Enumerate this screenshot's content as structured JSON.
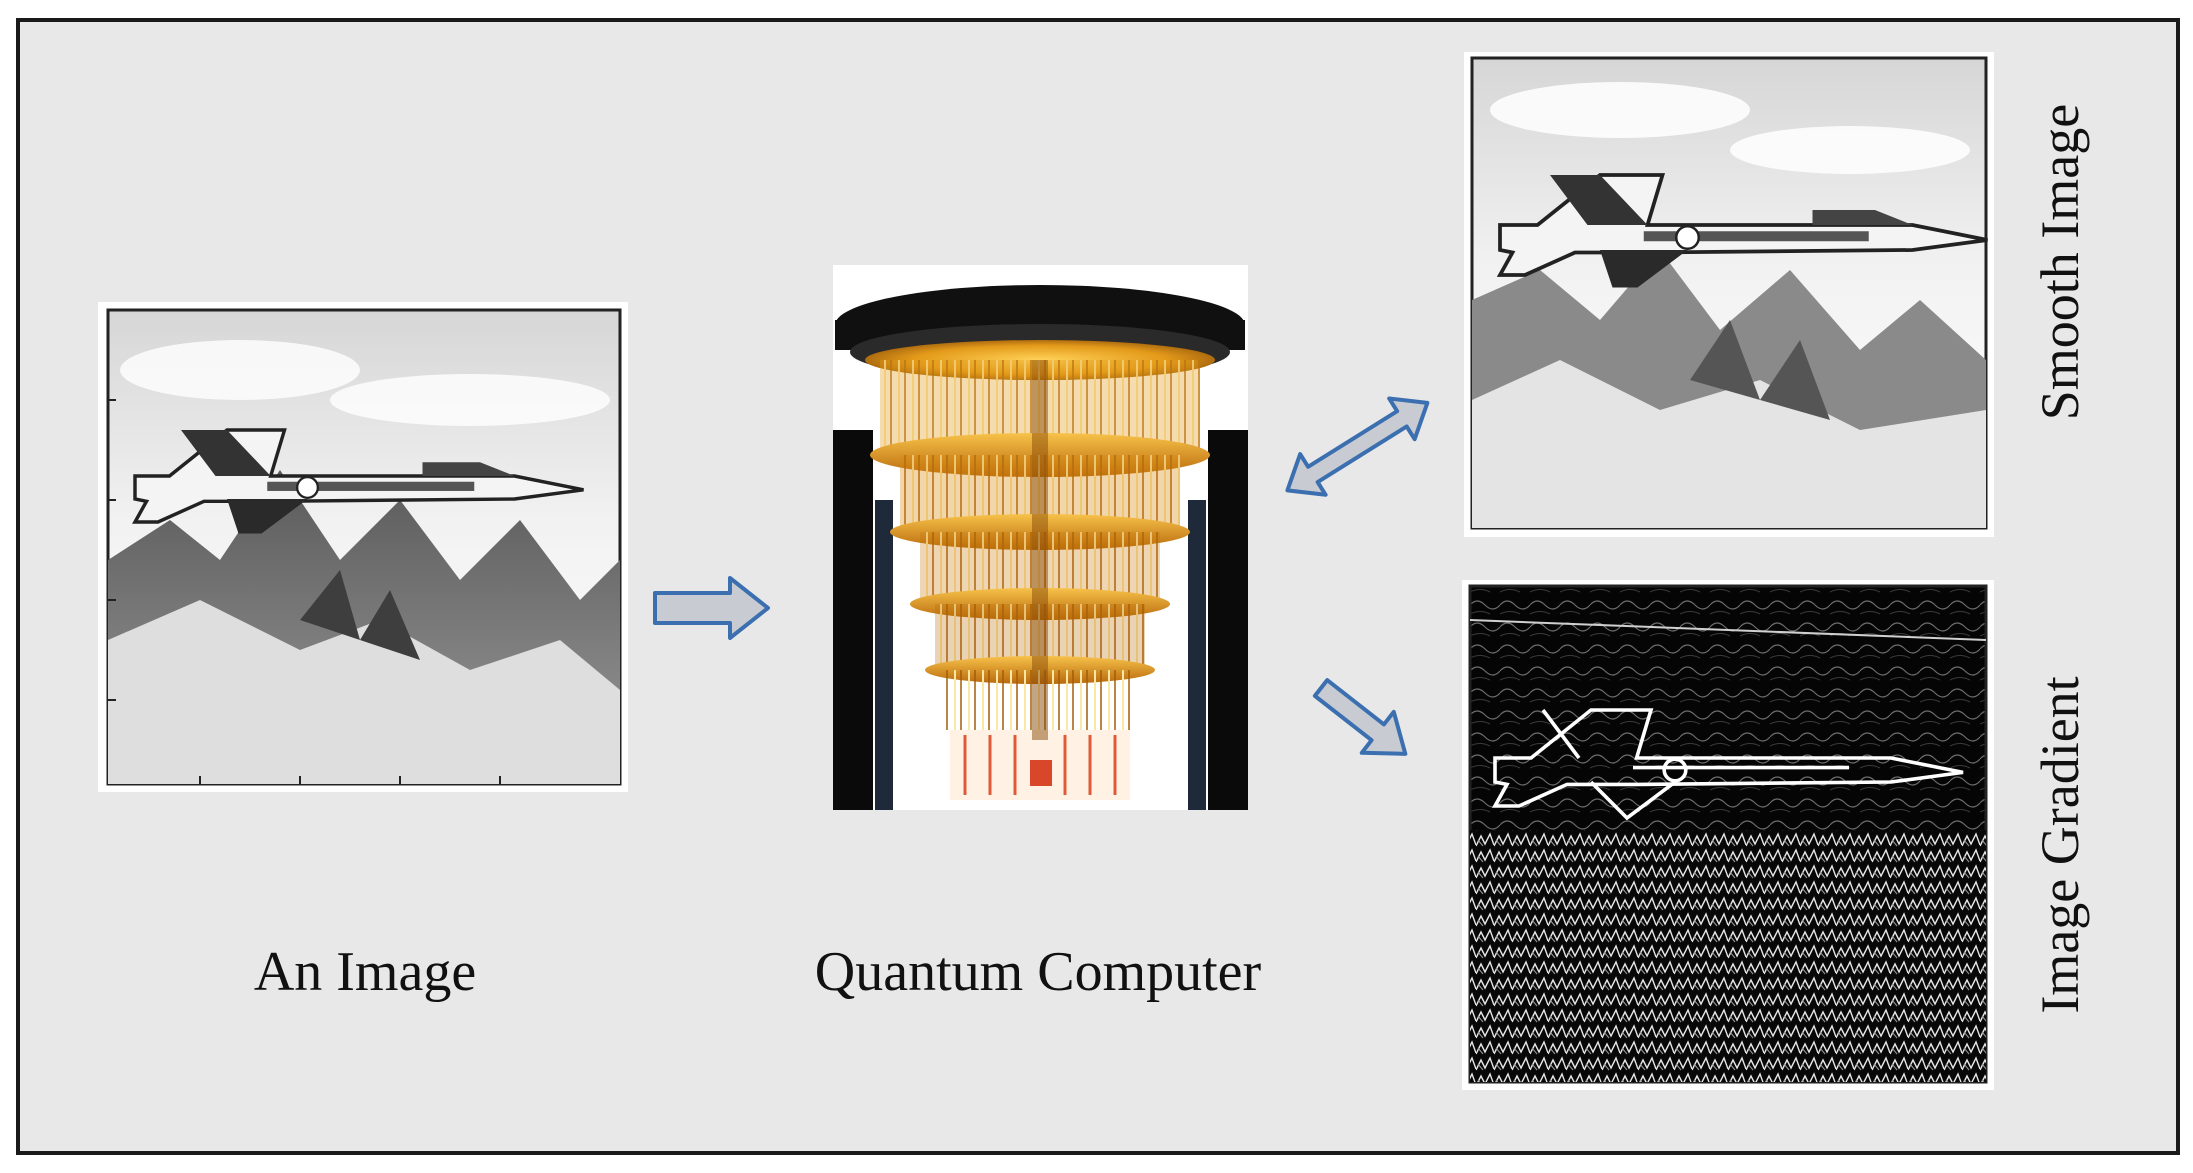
{
  "labels": {
    "input": "An Image",
    "processor": "Quantum Computer",
    "output_top": "Smooth Image",
    "output_bottom": "Image Gradient"
  },
  "colors": {
    "panel_background": "#e8e8e8",
    "panel_border": "#1a1a1a",
    "arrow_stroke": "#3b6fb0",
    "arrow_fill": "#c8ccd2",
    "cryostat_gold": "#e39a1a",
    "gradient_background": "#050505"
  },
  "icons": {
    "arrow_input": "right-arrow",
    "arrow_bidirectional": "double-headed-arrow",
    "arrow_output": "down-right-arrow"
  }
}
